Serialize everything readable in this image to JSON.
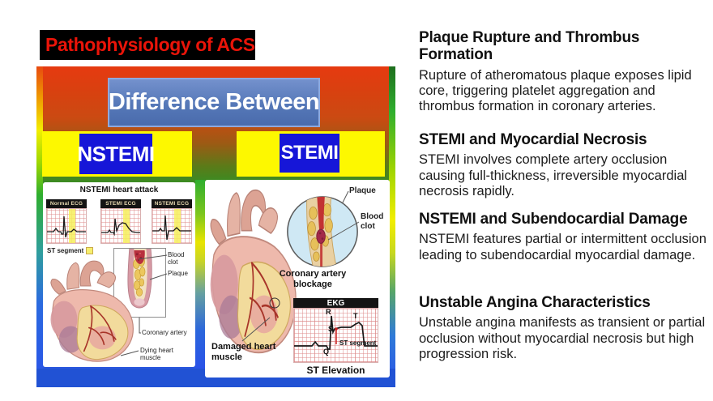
{
  "title": {
    "text": "Pathophysiology of ACS"
  },
  "infographic": {
    "header": "Difference Between",
    "nstemi_label": "NSTEMI",
    "stemi_label": "STEMI",
    "nstemi_panel": {
      "title": "NSTEMI heart attack",
      "ecg_normal": "Normal ECG",
      "ecg_stemi": "STEMI ECG",
      "ecg_nstemi": "NSTEMI ECG",
      "legend": "ST segment",
      "label_blood_clot": "Blood clot",
      "label_plaque": "Plaque",
      "label_coronary_artery": "Coronary artery",
      "label_dying": "Dying heart muscle"
    },
    "stemi_panel": {
      "label_plaque": "Plaque",
      "label_blood_clot": "Blood clot",
      "caption": "Coronary artery blockage",
      "ekg_title": "EKG",
      "wave_r": "R",
      "wave_t": "T",
      "wave_s": "S",
      "wave_q": "Q",
      "wave_st": "ST segment",
      "ekg_caption": "ST Elevation",
      "label_damaged": "Damaged heart muscle"
    }
  },
  "sections": [
    {
      "heading": "Plaque Rupture and Thrombus Formation",
      "body": "Rupture of atheromatous plaque exposes lipid core, triggering platelet aggregation and thrombus formation in coronary arteries."
    },
    {
      "heading": "STEMI and Myocardial Necrosis",
      "body": "STEMI involves complete artery occlusion causing full-thickness, irreversible myocardial necrosis rapidly."
    },
    {
      "heading": "NSTEMI and Subendocardial Damage",
      "body": "NSTEMI features partial or intermittent occlusion leading to subendocardial myocardial damage."
    },
    {
      "heading": "Unstable Angina Characteristics",
      "body": "Unstable angina manifests as transient or partial occlusion without myocardial necrosis but high progression risk."
    }
  ],
  "colors": {
    "title_text": "#ea1409",
    "title_bg": "#000000",
    "header_box_blue": "#5578b8",
    "label_box_blue": "#1616d8",
    "band_yellow": "#fdf800",
    "bottom_bar_blue": "#2152d4"
  }
}
